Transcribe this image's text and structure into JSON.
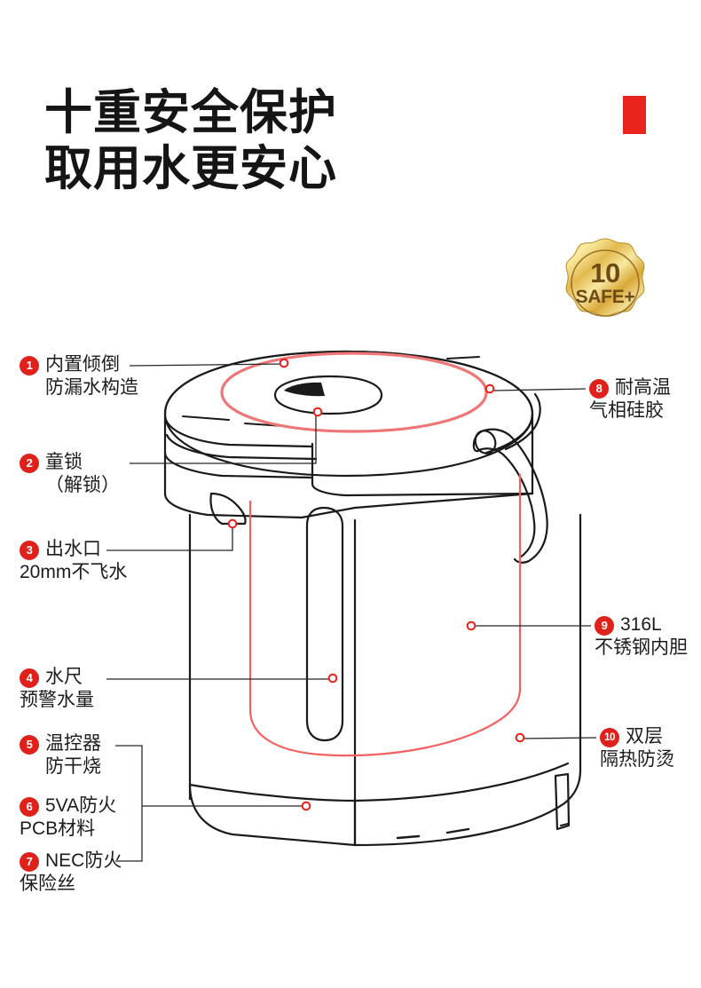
{
  "heading": {
    "line1": "十重安全保护",
    "line2": "取用水更安心"
  },
  "accent": {
    "color": "#e8241c"
  },
  "badge": {
    "number": "10",
    "label": "SAFE+",
    "gold_light": "#f7e08a",
    "gold_dark": "#c79a2a",
    "text_color": "#6d4a17"
  },
  "colors": {
    "marker_red": "#e8201a",
    "number_badge": "#e0211b",
    "silicone_pink": "#ef7f7f",
    "liner_red": "#f0605e",
    "outline": "#1a1a1a",
    "leader": "#262626"
  },
  "product": {
    "name": "electric-thermo-pot",
    "view": "three-quarter-front-left"
  },
  "callouts": [
    {
      "index": "1",
      "side": "left",
      "line1": "内置倾倒",
      "line2": "防漏水构造"
    },
    {
      "index": "2",
      "side": "left",
      "line1": "童锁",
      "line2": "（解锁）"
    },
    {
      "index": "3",
      "side": "left",
      "line1": "出水口",
      "line2": "20mm不飞水"
    },
    {
      "index": "4",
      "side": "left",
      "line1": "水尺",
      "line2": "预警水量"
    },
    {
      "index": "5",
      "side": "left",
      "line1": "温控器",
      "line2": "防干烧"
    },
    {
      "index": "6",
      "side": "left",
      "line1": "5VA防火",
      "line2": "PCB材料"
    },
    {
      "index": "7",
      "side": "left",
      "line1": "NEC防火",
      "line2": "保险丝"
    },
    {
      "index": "8",
      "side": "right",
      "line1": "耐高温",
      "line2": "气相硅胶"
    },
    {
      "index": "9",
      "side": "right",
      "line1": "316L",
      "line2": "不锈钢内胆"
    },
    {
      "index": "10",
      "side": "right",
      "line1": "双层",
      "line2": "隔热防烫"
    }
  ]
}
